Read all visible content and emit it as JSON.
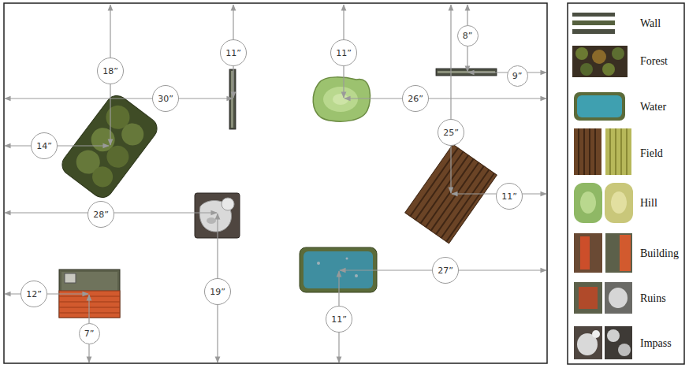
{
  "diagram": {
    "labels": [
      "18”",
      "11”",
      "11”",
      "8”",
      "9”",
      "30”",
      "26”",
      "14”",
      "25”",
      "11”",
      "28”",
      "19”",
      "27”",
      "12”",
      "11”",
      "7”"
    ],
    "legend": [
      {
        "text": "Wall"
      },
      {
        "text": "Forest"
      },
      {
        "text": "Water"
      },
      {
        "text": "Field"
      },
      {
        "text": "Hill"
      },
      {
        "text": "Building"
      },
      {
        "text": "Ruins"
      },
      {
        "text": "Impass"
      }
    ]
  }
}
